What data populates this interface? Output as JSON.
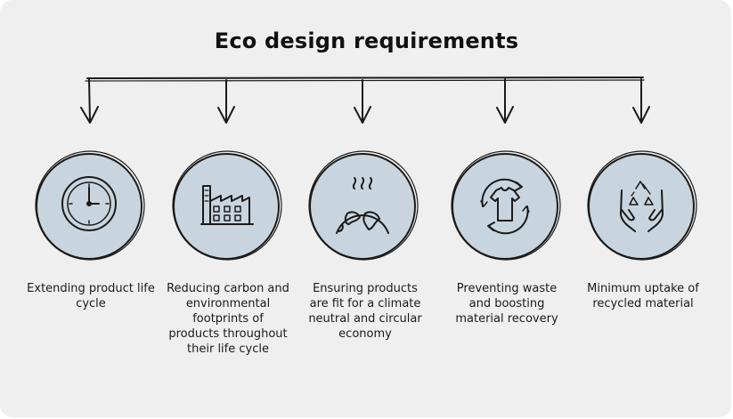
{
  "title": "Eco design requirements",
  "colors": {
    "background": "#efefef",
    "circle_fill": "#c9d5de",
    "stroke": "#1a1a1a"
  },
  "requirements": [
    {
      "icon": "clock-icon",
      "label": "Extending product life cycle"
    },
    {
      "icon": "factory-icon",
      "label": "Reducing carbon and environmental footprints of products throughout their life cycle"
    },
    {
      "icon": "warming-globe-icon",
      "label": "Ensuring products are fit for a climate neutral and circular economy"
    },
    {
      "icon": "recycle-tshirt-icon",
      "label": "Preventing waste and boosting material recovery"
    },
    {
      "icon": "hands-recycle-icon",
      "label": "Minimum uptake of recycled material"
    }
  ]
}
